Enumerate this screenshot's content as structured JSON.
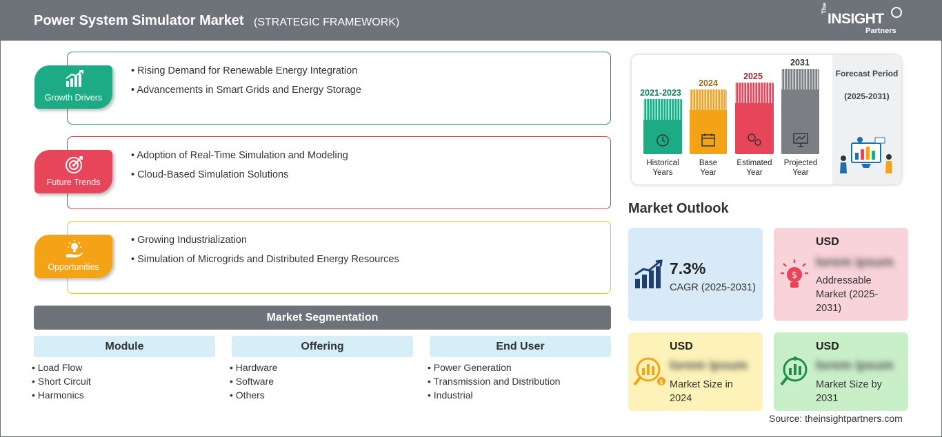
{
  "header": {
    "title": "Power System Simulator Market",
    "subtitle": "(STRATEGIC FRAMEWORK)",
    "logo": {
      "the": "The",
      "brand": "INSIGHT",
      "partners": "Partners"
    }
  },
  "rows": [
    {
      "label": "Growth Drivers",
      "color": "#1dab86",
      "border": "#1a8f6e",
      "items": [
        "Rising Demand for Renewable Energy Integration",
        "Advancements in Smart Grids and Energy Storage"
      ]
    },
    {
      "label": "Future Trends",
      "color": "#e6455a",
      "border": "#c73a4c",
      "items": [
        "Adoption of Real-Time Simulation and Modeling",
        "Cloud-Based Simulation Solutions"
      ]
    },
    {
      "label": "Opportunities",
      "color": "#f5a316",
      "border": "#eec21e",
      "items": [
        "Growing Industrialization",
        "Simulation of Microgrids and Distributed Energy Resources"
      ]
    }
  ],
  "segmentation": {
    "title": "Market Segmentation",
    "columns": [
      {
        "header": "Module",
        "items": [
          "Load Flow",
          "Short Circuit",
          "Harmonics"
        ]
      },
      {
        "header": "Offering",
        "items": [
          "Hardware",
          "Software",
          "Others"
        ]
      },
      {
        "header": "End User",
        "items": [
          "Power Generation",
          "Transmission and Distribution",
          "Industrial"
        ]
      }
    ]
  },
  "timeline": {
    "bars": [
      {
        "year": "2021-2023",
        "caption1": "Historical",
        "caption2": "Years",
        "color": "#1dab86",
        "year_color": "#177a5f"
      },
      {
        "year": "2024",
        "caption1": "Base",
        "caption2": "Year",
        "color": "#f5a316",
        "year_color": "#9c6a12"
      },
      {
        "year": "2025",
        "caption1": "Estimated",
        "caption2": "Year",
        "color": "#e6455a",
        "year_color": "#9b2535"
      },
      {
        "year": "2031",
        "caption1": "Projected",
        "caption2": "Year",
        "color": "#7b7f83",
        "year_color": "#333333"
      }
    ],
    "forecast_title": "Forecast Period",
    "forecast_range": "(2025-2031)"
  },
  "outlook": {
    "title": "Market Outlook",
    "cagr": {
      "value": "7.3%",
      "label": "CAGR (2025-2031)",
      "bg": "#d8eaf7"
    },
    "addressable": {
      "usd": "USD",
      "value": "lorem ipsum",
      "label": "Addressable Market (2025-2031)",
      "bg": "#f8d3d9"
    },
    "size2024": {
      "usd": "USD",
      "value": "lorem ipsum",
      "label": "Market Size in 2024",
      "bg": "#fdf3b8"
    },
    "size2031": {
      "usd": "USD",
      "value": "lorem ipsum",
      "label": "Market Size by 2031",
      "bg": "#c9efc9"
    }
  },
  "source": "Source: theinsightpartners.com"
}
